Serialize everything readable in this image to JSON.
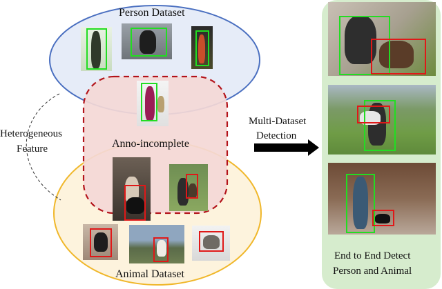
{
  "labels": {
    "person_dataset": "Person Dataset",
    "anno_incomplete": "Anno-incomplete",
    "animal_dataset": "Animal Dataset",
    "heterogeneous": [
      "Heterogeneous",
      "Feature"
    ],
    "multi_dataset": [
      "Multi-Dataset",
      "Detection"
    ],
    "end_to_end": [
      "End to End Detect",
      "Person and Animal"
    ]
  },
  "colors": {
    "person_ellipse_stroke": "#4a6fc0",
    "person_ellipse_fill": "#e6ecf8",
    "animal_ellipse_stroke": "#f0b72a",
    "animal_ellipse_fill": "#fdf3dd",
    "anno_stroke": "#b3131a",
    "anno_fill": "#f4d8d6",
    "panel_fill": "#d6eccd",
    "person_box": "#22dd22",
    "animal_box": "#e01818",
    "arrow": "#000000"
  },
  "icons": [
    "person-photo",
    "animal-photo",
    "detection-result-photo",
    "right-arrow-icon"
  ]
}
